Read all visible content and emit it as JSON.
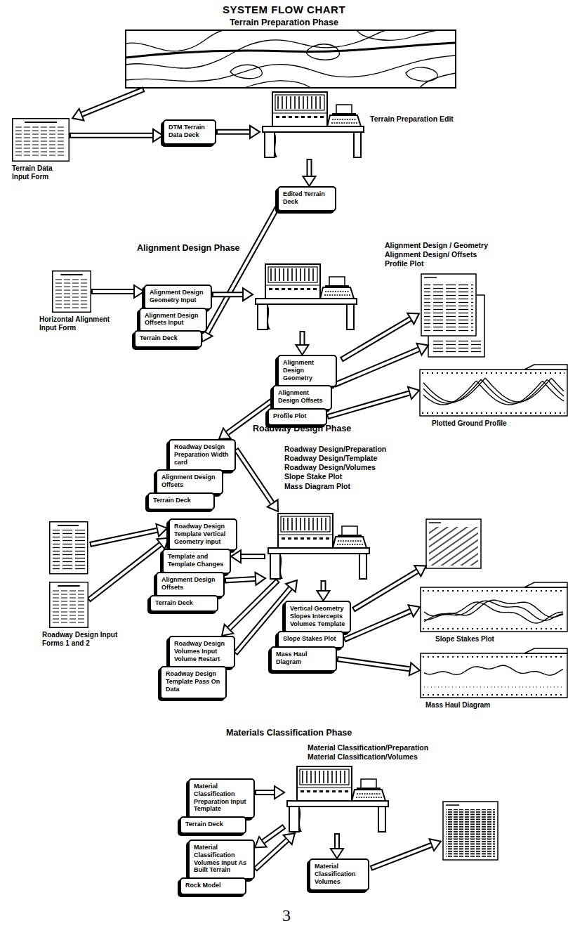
{
  "diagram": {
    "title": "SYSTEM FLOW CHART",
    "nodes": [
      {
        "text": [
          "Terrain Data Input Form"
        ]
      },
      {
        "text": [
          "DTM Terrain Data Deck"
        ]
      },
      {
        "text": [
          "Terrain Preparation Edit"
        ]
      },
      {
        "text": [
          "Edited Terrain Deck"
        ]
      },
      {
        "text": [
          "Horizontal Alignment Input Form"
        ]
      },
      {
        "text": [
          "Alignment Design Geometry Input"
        ]
      },
      {
        "text": [
          "Alignment Design Offsets Input"
        ]
      },
      {
        "text": [
          "Terrain Deck"
        ]
      },
      {
        "text": [
          "Alignment Design / Geometry",
          "Alignment Design/ Offsets",
          "Profile Plot"
        ]
      },
      {
        "text": [
          "Alignment Design Geometry"
        ]
      },
      {
        "text": [
          "Alignment Design Offsets"
        ]
      },
      {
        "text": [
          "Profile Plot"
        ]
      },
      {
        "text": [
          "Plotted Ground Profile"
        ]
      },
      {
        "text": [
          "Roadway Design Preparation Width card"
        ]
      },
      {
        "text": [
          "Alignment Design Offsets"
        ]
      },
      {
        "text": [
          "Terrain Deck"
        ]
      },
      {
        "text": [
          "Roadway Design Input Forms 1 and 2"
        ]
      },
      {
        "text": [
          "Roadway Design Template Vertical Geometry Input"
        ]
      },
      {
        "text": [
          "Template and Template Changes"
        ]
      },
      {
        "text": [
          "Alignment Design Offsets"
        ]
      },
      {
        "text": [
          "Terrain Deck"
        ]
      },
      {
        "text": [
          "Roadway Design/Preparation",
          "Roadway Design/Template",
          "Roadway Design/Volumes",
          "Slope Stake Plot",
          "Mass Diagram Plot"
        ]
      },
      {
        "text": [
          "Roadway Design Volumes Input Volume Restart"
        ]
      },
      {
        "text": [
          "Roadway Design Template Pass On Data"
        ]
      },
      {
        "text": [
          "Vertical Geometry Slopes Intercepts Volumes Template"
        ]
      },
      {
        "text": [
          "Slope Stakes Plot"
        ]
      },
      {
        "text": [
          "Mass Haul Diagram"
        ]
      },
      {
        "text": [
          "Slope Stakes Plot"
        ]
      },
      {
        "text": [
          "Mass Haul Diagram"
        ]
      },
      {
        "text": [
          "Material Classification Preparation Input Template"
        ]
      },
      {
        "text": [
          "Terrain Deck"
        ]
      },
      {
        "text": [
          "Material Classification/Preparation",
          "Material Classification/Volumes"
        ]
      },
      {
        "text": [
          "Material Classification Volumes Input As Built Terrain"
        ]
      },
      {
        "text": [
          "Rock Model"
        ]
      },
      {
        "text": [
          "Material Classification Volumes"
        ]
      }
    ],
    "edges": [
      {
        "from": 0,
        "to": 1,
        "arrow": "to"
      },
      {
        "from": 1,
        "to": 2,
        "arrow": "to"
      },
      {
        "from": 2,
        "to": 3,
        "arrow": "to"
      },
      {
        "from": 3,
        "to": 7,
        "arrow": "to"
      },
      {
        "from": 4,
        "to": 5,
        "arrow": "to"
      },
      {
        "from": 5,
        "to": 8,
        "arrow": "to"
      },
      {
        "from": 8,
        "to": 9,
        "arrow": "to"
      },
      {
        "from": 11,
        "to": 12,
        "arrow": "to"
      },
      {
        "from": 10,
        "to": 13,
        "arrow": "to"
      },
      {
        "from": 13,
        "to": 21,
        "arrow": "to"
      },
      {
        "from": 16,
        "to": 17,
        "arrow": "to"
      },
      {
        "from": 19,
        "to": 21,
        "arrow": "to"
      },
      {
        "from": 21,
        "to": 18,
        "arrow": "to"
      },
      {
        "from": 21,
        "to": 22,
        "arrow": "to"
      },
      {
        "from": 22,
        "to": 21,
        "arrow": "to"
      },
      {
        "from": 21,
        "to": 24,
        "arrow": "to"
      },
      {
        "from": 25,
        "to": 27,
        "arrow": "to"
      },
      {
        "from": 26,
        "to": 28,
        "arrow": "to"
      },
      {
        "from": 29,
        "to": 31,
        "arrow": "to"
      },
      {
        "from": 31,
        "to": 32,
        "arrow": "to"
      },
      {
        "from": 32,
        "to": 31,
        "arrow": "to"
      },
      {
        "from": 31,
        "to": 34,
        "arrow": "to"
      }
    ],
    "labels": [
      "Terrain Preparation Phase",
      "Alignment Design Phase",
      "Roadway Design Phase",
      "Materials Classification Phase",
      "3"
    ]
  }
}
